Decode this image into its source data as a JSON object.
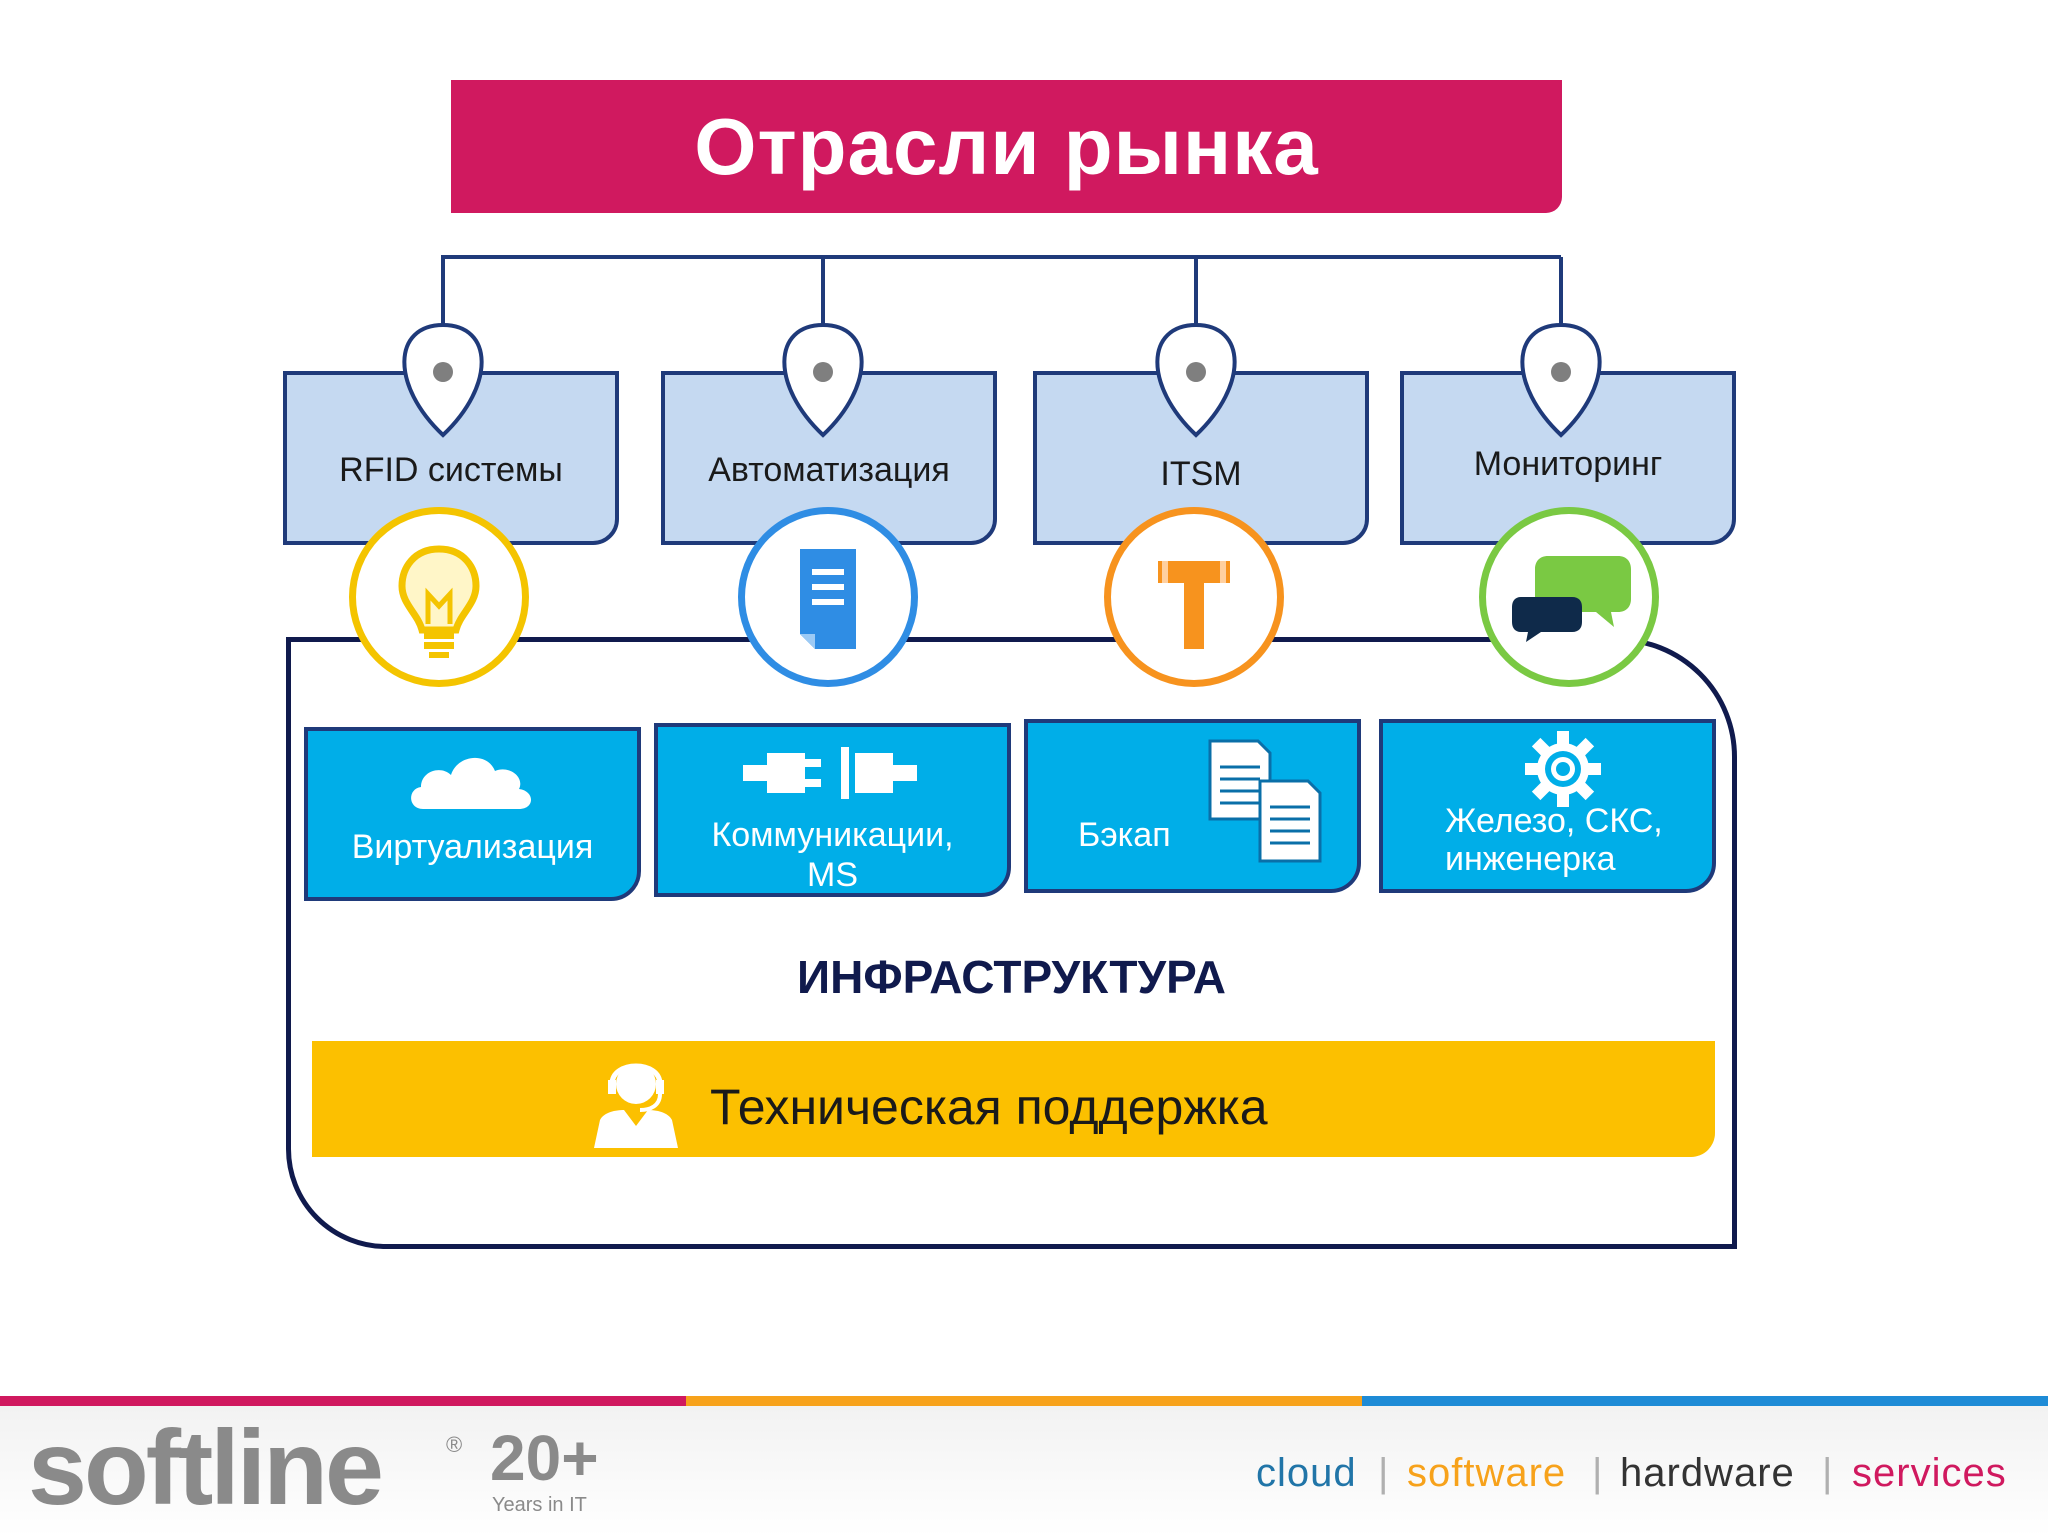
{
  "title": "Отрасли рынка",
  "categories": [
    {
      "label": "RFID системы",
      "icon": "lightbulb-icon",
      "ring_color": "#f4c400"
    },
    {
      "label": "Автоматизация",
      "icon": "document-icon",
      "ring_color": "#2f8de4"
    },
    {
      "label": "ITSM",
      "icon": "hammer-icon",
      "ring_color": "#f7931e"
    },
    {
      "label": "Мониторинг",
      "icon": "chat-bubbles-icon",
      "ring_color": "#7ac943"
    }
  ],
  "infrastructure": {
    "tiles": [
      {
        "label": "Виртуализация",
        "icon": "cloud-icon"
      },
      {
        "label": "Коммуникации,",
        "label2": "MS",
        "icon": "plug-icon"
      },
      {
        "label": "Бэкап",
        "icon": "documents-icon"
      },
      {
        "label": "Железо, СКС,",
        "label2": "инженерка",
        "icon": "gear-icon"
      }
    ],
    "title": "ИНФРАСТРУКТУРА",
    "support_label": "Техническая поддержка",
    "support_icon": "headset-operator-icon"
  },
  "footer": {
    "logo_text": "softline",
    "registered": "®",
    "anniversary": "20+",
    "anniversary_sub": "Years in IT",
    "tags": [
      "cloud",
      "software",
      "hardware",
      "services"
    ],
    "separator": "|",
    "stripe_colors": [
      "#d0195f",
      "#f7a21b",
      "#1e8bd6"
    ]
  }
}
